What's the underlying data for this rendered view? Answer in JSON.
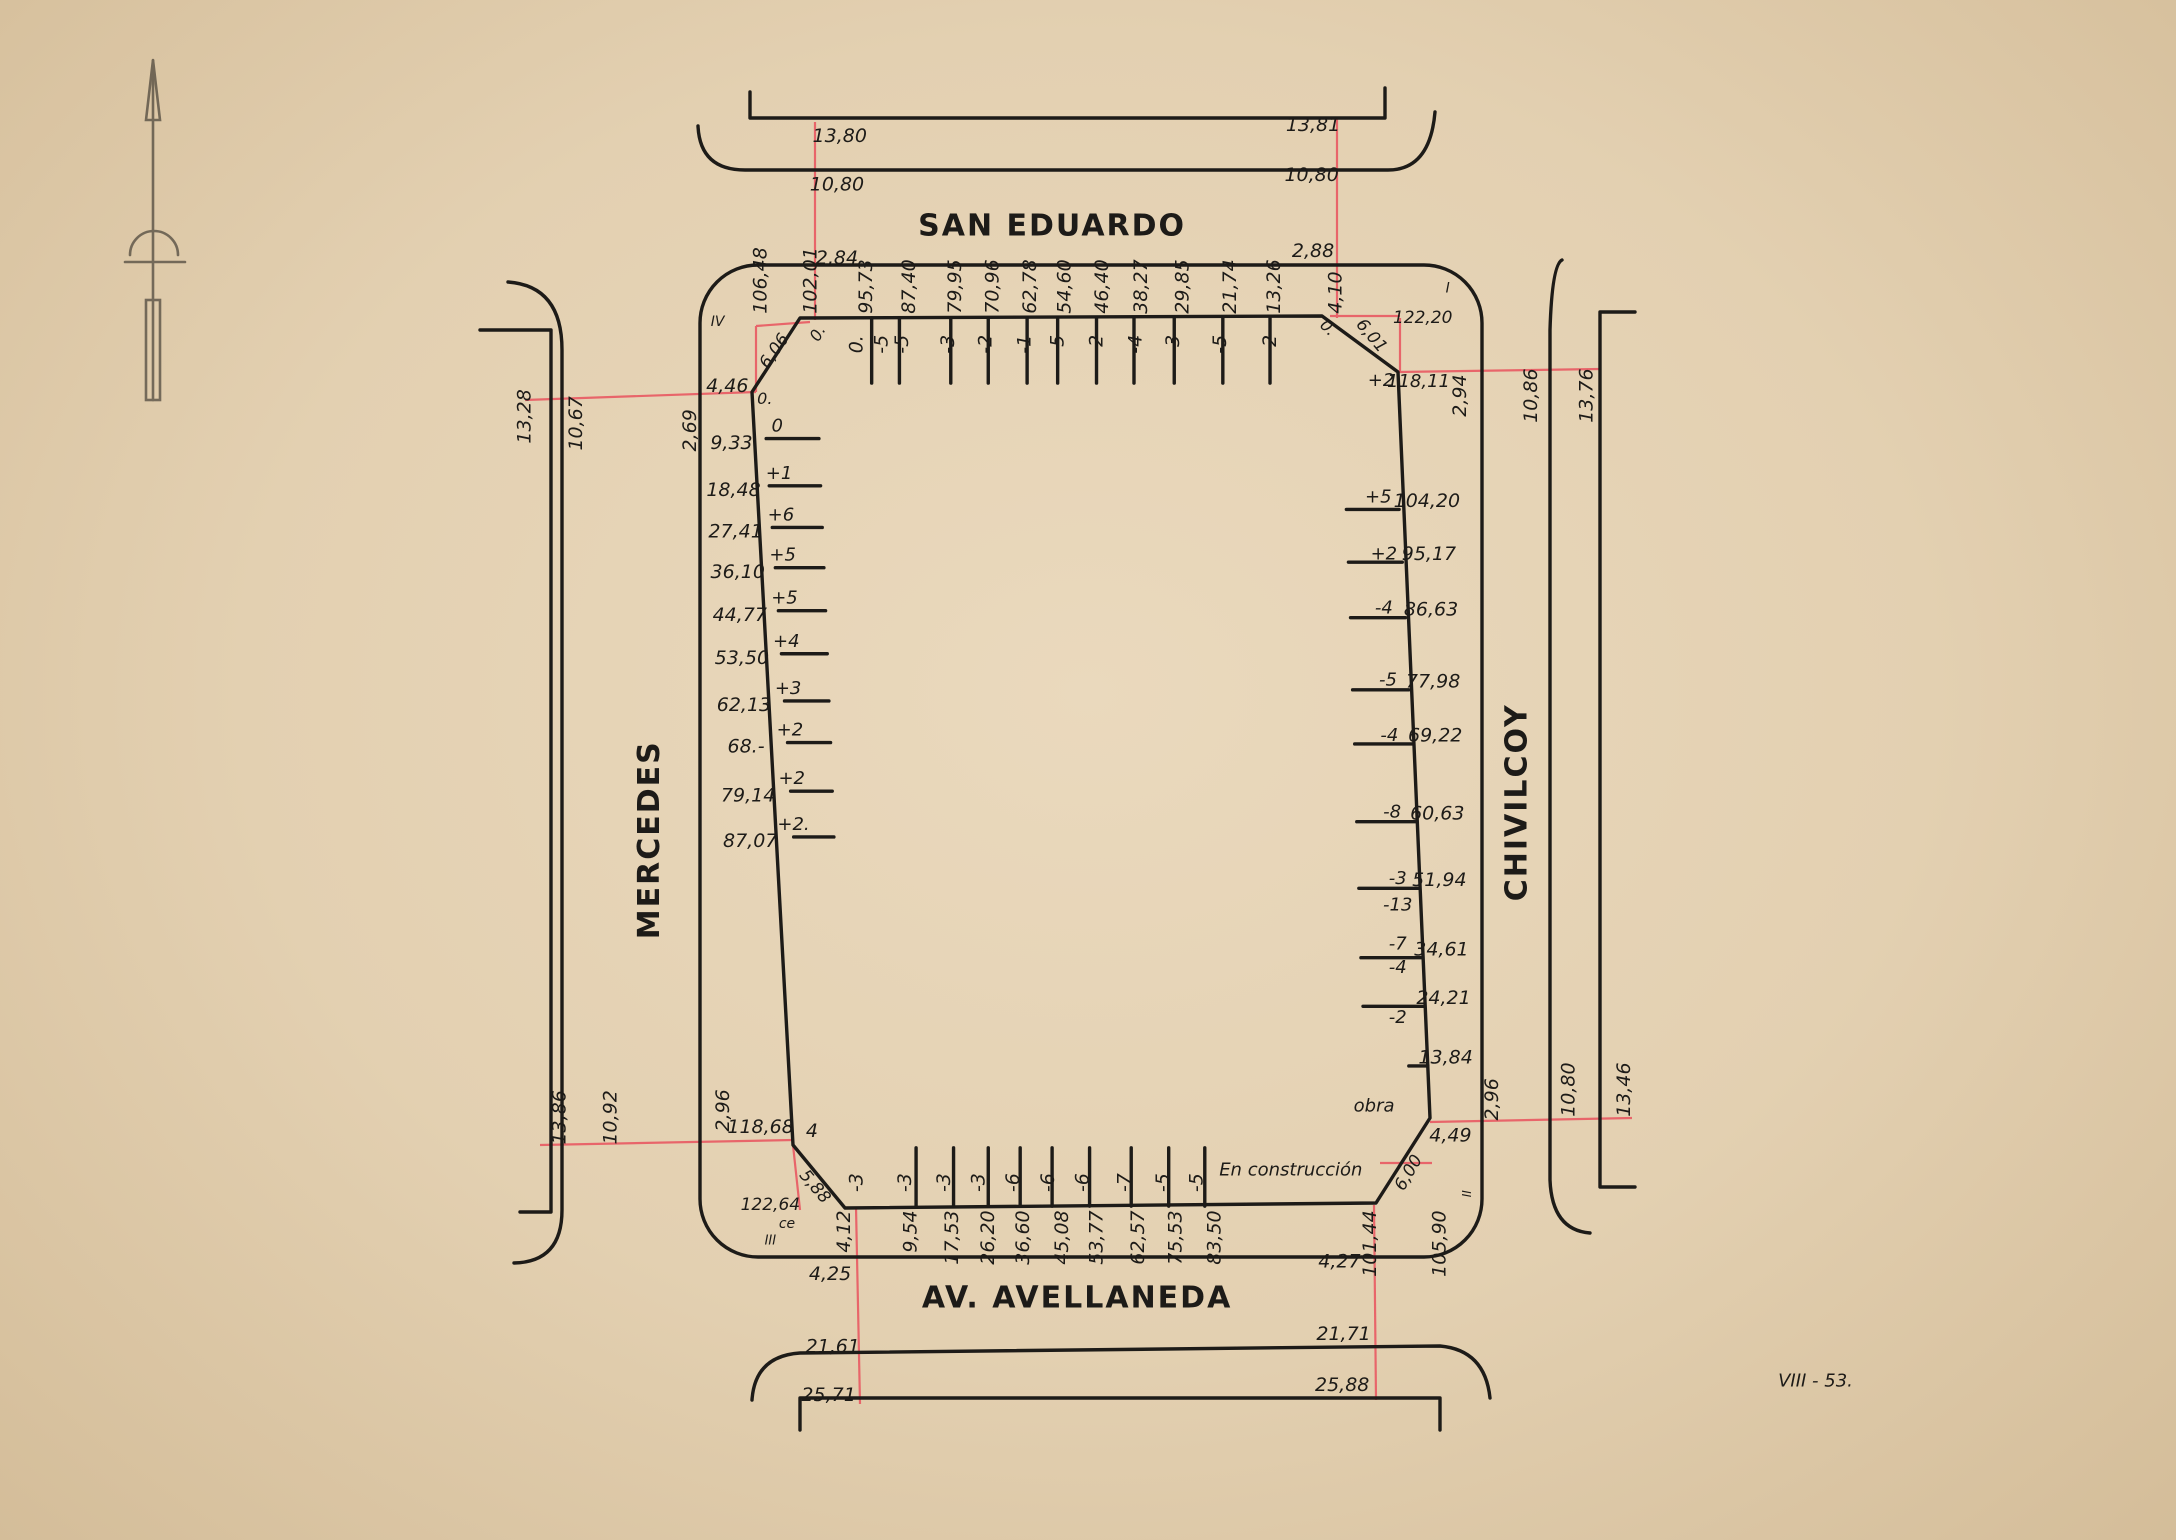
{
  "streets": {
    "north": "SAN EDUARDO",
    "south": "AV. AVELLANEDA",
    "west": "MERCEDES",
    "east": "CHIVILCOY"
  },
  "north_street": {
    "width_left": "13,80",
    "width_right": "13,81",
    "roadway_left": "10,80",
    "roadway_right": "10,80",
    "sidewalk_left": "2,84",
    "sidewalk_right": "2,88"
  },
  "south_street": {
    "width_left": "25,71",
    "width_right": "25,88",
    "roadway_left": "21,61",
    "roadway_right": "21,71",
    "sidewalk_left": "4,25",
    "sidewalk_right": "4,27"
  },
  "west_street": {
    "width_top": "13,28",
    "width_bottom": "13,86",
    "roadway_top": "10,67",
    "roadway_bottom": "10,92",
    "sidewalk_top": "2,69",
    "sidewalk_bottom": "2,96"
  },
  "east_street": {
    "width_top": "13,76",
    "width_bottom": "13,46",
    "roadway_top": "10,86",
    "roadway_bottom": "10,80",
    "sidewalk_top": "2,94",
    "sidewalk_bottom": "2,96"
  },
  "north_frontage": {
    "measures": [
      "106,48",
      "102,01",
      "95,73",
      "87,40",
      "79,95",
      "70,96",
      "62,78",
      "54,60",
      "46,40",
      "38,27",
      "29,85",
      "21,74",
      "13,26",
      "4,10"
    ],
    "offsets": [
      "0.",
      "-5",
      "-5",
      "-3",
      "-2",
      "-1",
      "-5",
      "-2",
      "-4",
      "-3",
      "-5",
      "-2"
    ]
  },
  "west_frontage": {
    "measures": [
      "9,33",
      "18,48",
      "27,41",
      "36,10",
      "44,77",
      "53,50",
      "62,13",
      "68.-",
      "79,14",
      "87,07"
    ],
    "offsets": [
      "0",
      "+1",
      "+6",
      "+5",
      "+5",
      "+4",
      "+3",
      "+2",
      "+2",
      "+2."
    ]
  },
  "east_frontage": {
    "measures": [
      "104,20",
      "95,17",
      "86,63",
      "77,98",
      "69,22",
      "60,63",
      "51,94",
      "34,61",
      "24,21",
      "13,84"
    ],
    "offsets": [
      "+5",
      "+2",
      "-4",
      "-5",
      "-4",
      "-8",
      "-3",
      "-13",
      "-7",
      "-4",
      "-2"
    ]
  },
  "south_frontage": {
    "measures": [
      "4,12",
      "9,54",
      "17,53",
      "26,20",
      "36,60",
      "45,08",
      "53,77",
      "62,57",
      "75,53",
      "83,50",
      "101,44",
      "105,90"
    ],
    "offsets": [
      "-3",
      "-3",
      "-3",
      "-3",
      "-6",
      "-6",
      "-6",
      "-7",
      "-5",
      "-5"
    ]
  },
  "corners": {
    "nw_label": "IV",
    "nw_point_a": "4,46",
    "nw_point_b": "0.",
    "nw_point_c": "0.",
    "nw_chamfer": "6,06",
    "nw_total": "106,48",
    "ne_label": "I",
    "ne_point": "0.",
    "ne_chamfer": "6,01",
    "ne_total_a": "122,20",
    "ne_total_b": "118,11",
    "ne_offset": "+2",
    "se_label": "II",
    "se_point": "4,49",
    "se_chamfer": "6,00",
    "sw_label": "III",
    "sw_total_a": "118,68",
    "sw_total_b": "122,64",
    "sw_offset": "4",
    "sw_chamfer": "5,88",
    "sw_ce": "ce"
  },
  "annotations": {
    "construction": "En construcción",
    "work": "obra",
    "date": "VIII - 53."
  },
  "colors": {
    "ink": "#1d1b18",
    "red_line": "#e8656a",
    "paper": "#e3d0b1"
  }
}
